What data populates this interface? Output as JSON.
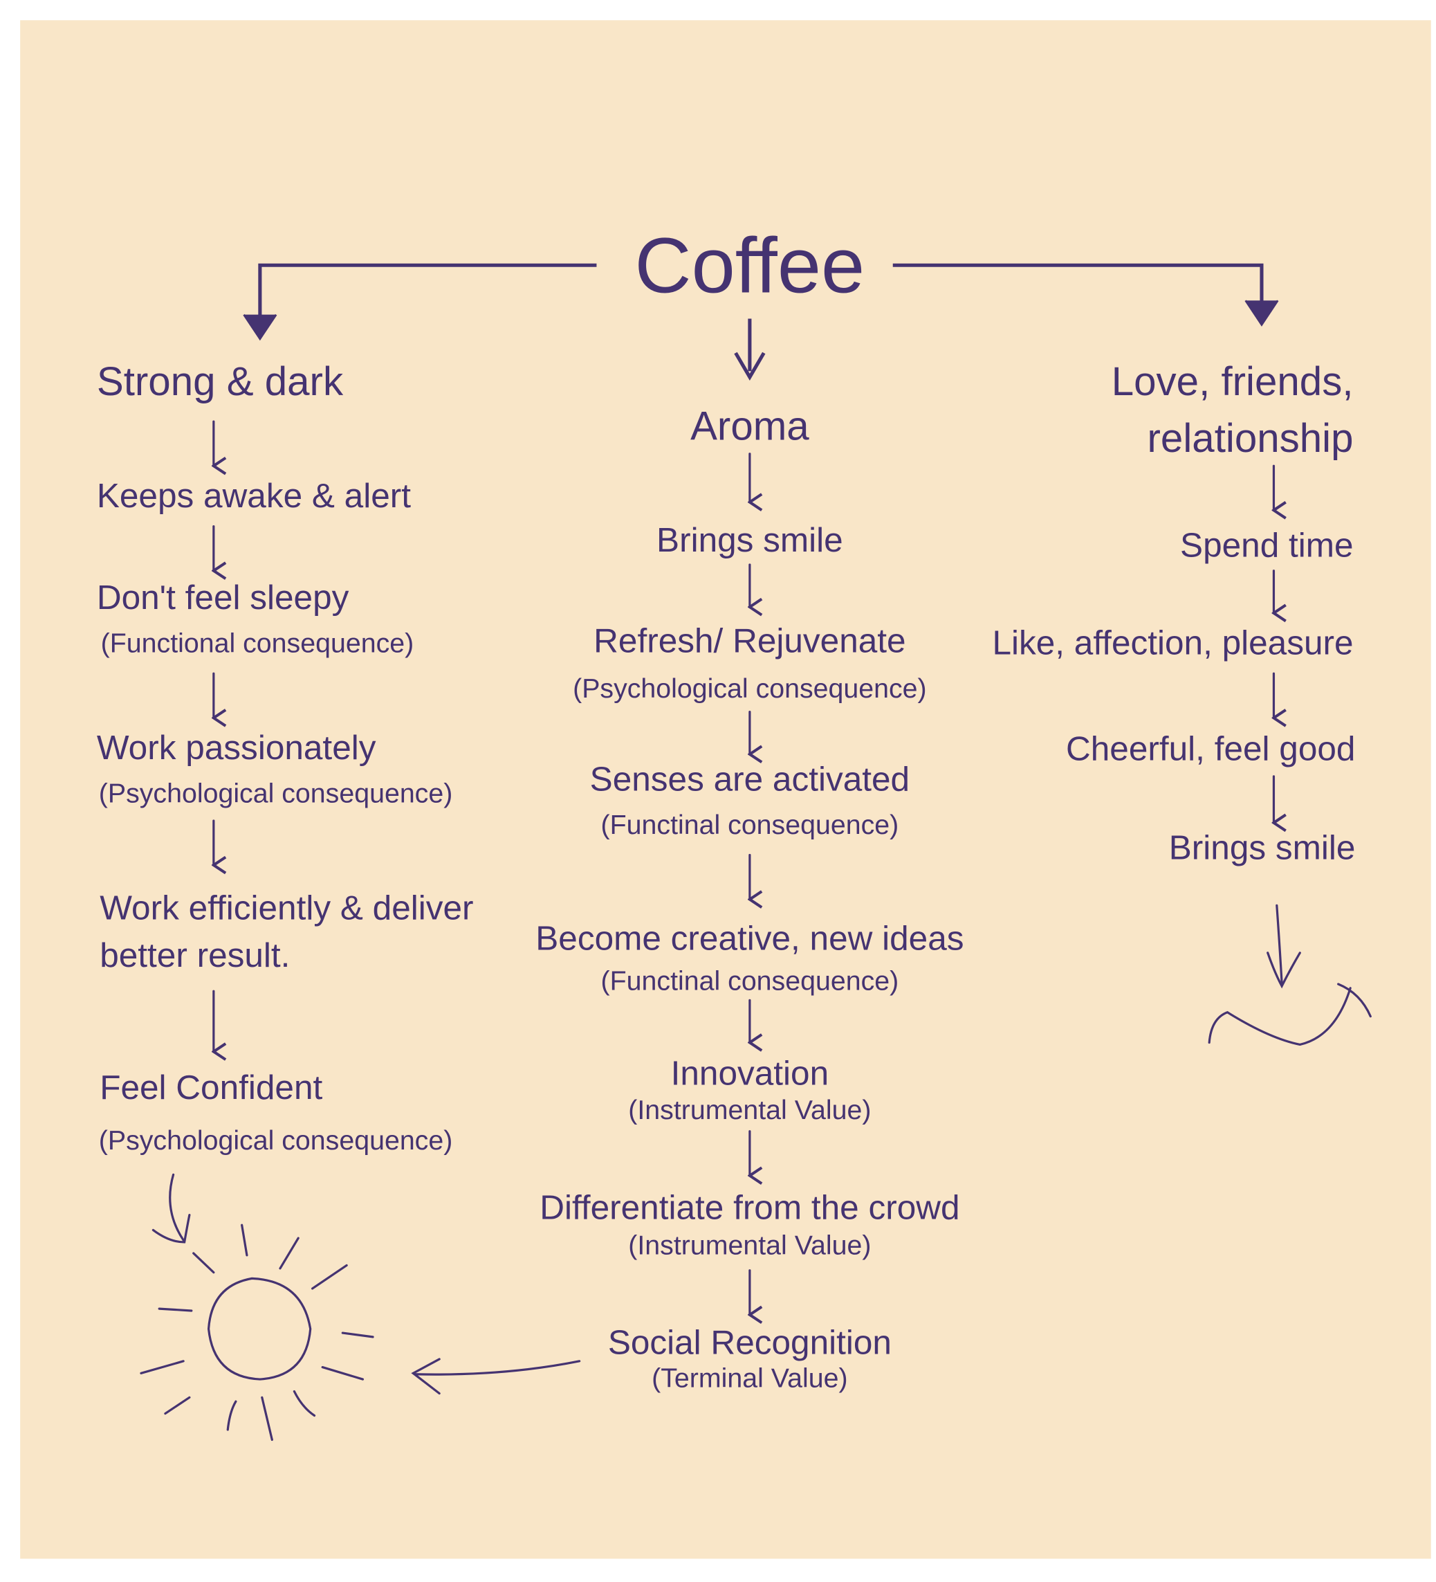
{
  "title": "Coffee",
  "colors": {
    "background": "#f9e6c8",
    "ink": "#453371"
  },
  "left": {
    "heading": "Strong & dark",
    "items": [
      "Keeps awake & alert",
      "Don't feel sleepy",
      "(Functional consequence)",
      "Work passionately",
      "(Psychological consequence)",
      "Work efficiently & deliver",
      "better result.",
      "Feel Confident",
      "(Psychological consequence)"
    ]
  },
  "middle": {
    "heading": "Aroma",
    "items": [
      "Brings smile",
      "Refresh/ Rejuvenate",
      "(Psychological consequence)",
      "Senses are activated",
      "(Functinal consequence)",
      "Become creative, new ideas",
      "(Functinal consequence)",
      "Innovation",
      "(Instrumental Value)",
      "Differentiate from the crowd",
      "(Instrumental Value)",
      "Social Recognition",
      "(Terminal Value)"
    ]
  },
  "right": {
    "heading_line1": "Love, friends,",
    "heading_line2": "relationship",
    "items": [
      "Spend time",
      "Like, affection, pleasure",
      "Cheerful, feel good",
      "Brings smile"
    ]
  }
}
